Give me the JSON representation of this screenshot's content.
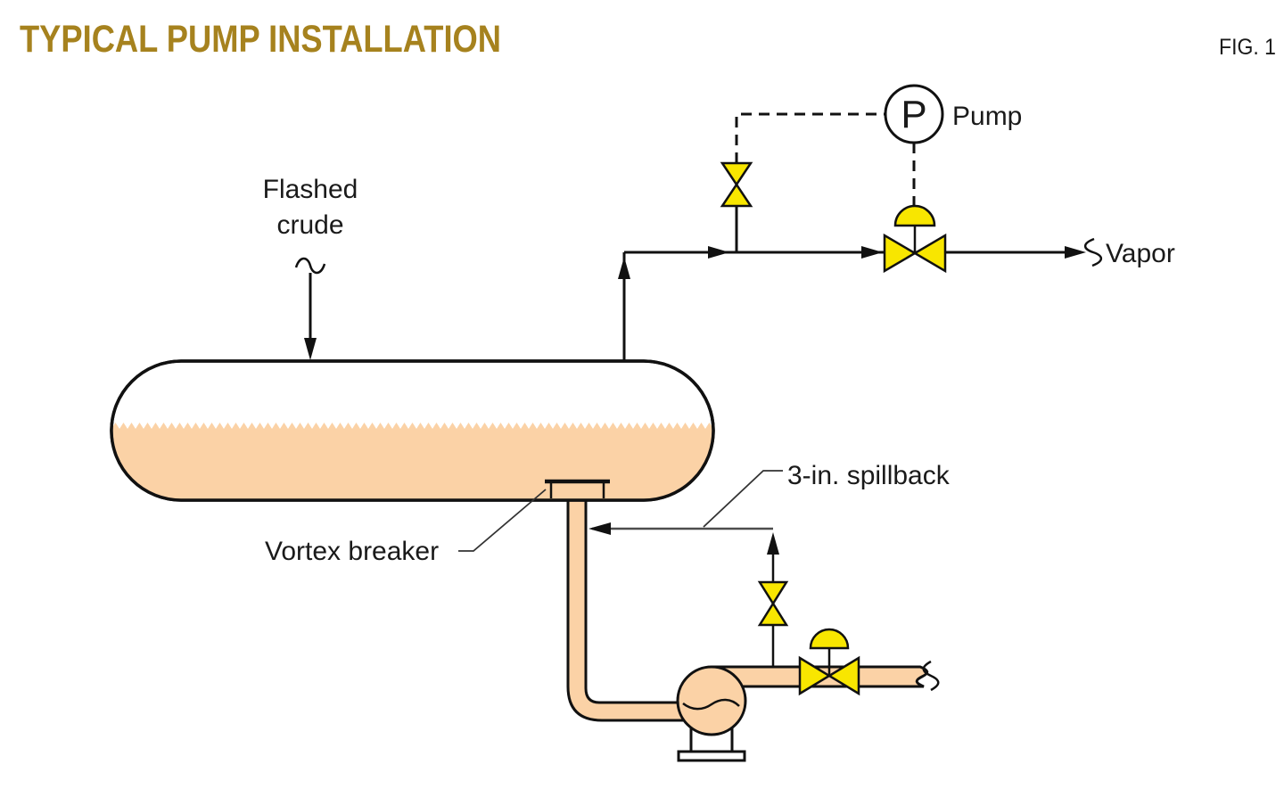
{
  "figure": {
    "title": "TYPICAL PUMP INSTALLATION",
    "fig_label": "FIG. 1"
  },
  "labels": {
    "flashed_crude": {
      "line1": "Flashed",
      "line2": "crude"
    },
    "pump_instrument_letter": "P",
    "pump_label": "Pump",
    "vapor_label": "Vapor",
    "vortex_breaker_label": "Vortex breaker",
    "spillback_label": "3-in. spillback"
  },
  "colors": {
    "title-color": "#A6821E",
    "liquid-color": "#FBD2A6",
    "valve-color": "#F8E600",
    "line-color": "#111111"
  }
}
